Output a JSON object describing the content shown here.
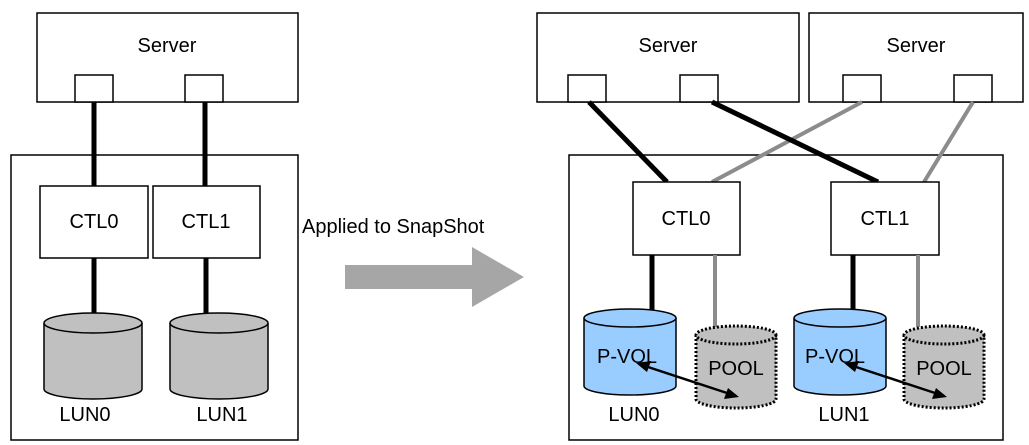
{
  "colors": {
    "stroke": "#000000",
    "box_fill": "#ffffff",
    "gray_link": "#8c8c8c",
    "lun_fill": "#c0c0c0",
    "pvol_fill": "#99ccff",
    "pool_fill": "#c0c0c0",
    "arrow_fill": "#a6a6a6"
  },
  "arrow": {
    "label": "Applied to SnapShot"
  },
  "left": {
    "server_label": "Server",
    "ctl0_label": "CTL0",
    "ctl1_label": "CTL1",
    "lun0_label": "LUN0",
    "lun1_label": "LUN1"
  },
  "right": {
    "server_a_label": "Server",
    "server_b_label": "Server",
    "ctl0_label": "CTL0",
    "ctl1_label": "CTL1",
    "pvol0_label": "P-VOL",
    "pool0_label": "POOL",
    "pvol1_label": "P-VOL",
    "pool1_label": "POOL",
    "lun0_label": "LUN0",
    "lun1_label": "LUN1"
  }
}
